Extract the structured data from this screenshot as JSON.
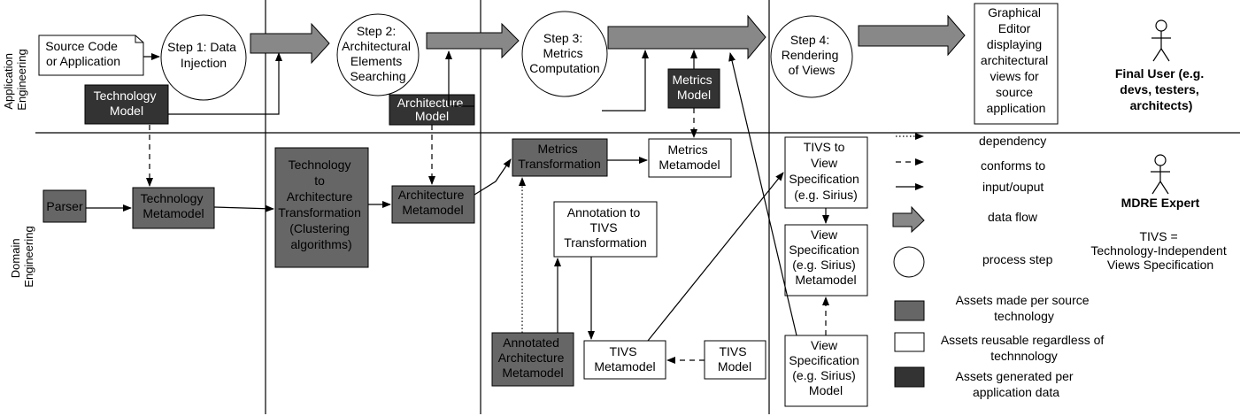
{
  "side_labels": {
    "top": [
      "Application",
      "Engineering"
    ],
    "bottom": [
      "Domain",
      "Engineering"
    ]
  },
  "colors": {
    "made_per_source": "#666666",
    "generated_per_app": "#333333",
    "reusable": "#ffffff",
    "data_flow": "#888888"
  },
  "app": {
    "source_code": [
      "Source Code",
      "or Application"
    ],
    "step1": [
      "Step 1: Data",
      "Injection"
    ],
    "step2": [
      "Step 2:",
      "Architectural",
      "Elements",
      "Searching"
    ],
    "step3": [
      "Step 3:",
      "Metrics",
      "Computation"
    ],
    "step4": [
      "Step 4:",
      "Rendering",
      "of Views"
    ],
    "technology_model": [
      "Technology",
      "Model"
    ],
    "architecture_model": [
      "Architecture",
      "Model"
    ],
    "metrics_model": [
      "Metrics",
      "Model"
    ],
    "graphical_editor": [
      "Graphical",
      "Editor",
      "displaying",
      "architectural",
      "views for",
      "source",
      "application"
    ],
    "final_user": [
      "Final User (e.g.",
      "devs, testers,",
      "architects)"
    ]
  },
  "domain": {
    "parser": "Parser",
    "technology_metamodel": [
      "Technology",
      "Metamodel"
    ],
    "tech_to_arch": [
      "Technology",
      "to",
      "Architecture",
      "Transformation",
      "(Clustering",
      "algorithms)"
    ],
    "architecture_metamodel": [
      "Architecture",
      "Metamodel"
    ],
    "metrics_transformation": [
      "Metrics",
      "Transformation"
    ],
    "metrics_metamodel": [
      "Metrics",
      "Metamodel"
    ],
    "annotation_to_tivs": [
      "Annotation to",
      "TIVS",
      "Transformation"
    ],
    "annotated_arch_metamodel": [
      "Annotated",
      "Architecture",
      "Metamodel"
    ],
    "tivs_metamodel": [
      "TIVS",
      "Metamodel"
    ],
    "tivs_model": [
      "TIVS",
      "Model"
    ],
    "tivs_to_view": [
      "TIVS to",
      "View",
      "Specification",
      "(e.g. Sirius)"
    ],
    "view_spec_metamodel": [
      "View",
      "Specification",
      "(e.g. Sirius)",
      "Metamodel"
    ],
    "view_spec_model": [
      "View",
      "Specification",
      "(e.g. Sirius)",
      "Model"
    ],
    "mdre_expert": "MDRE Expert",
    "tivs_def": [
      "TIVS =",
      "Technology-Independent",
      "Views Specification"
    ]
  },
  "legend": {
    "dependency": "dependency",
    "conforms_to": "conforms to",
    "input_output": "input/ouput",
    "data_flow": "data flow",
    "process_step": "process step",
    "made_per_source": [
      "Assets made per source",
      "technology"
    ],
    "reusable": [
      "Assets reusable regardless of",
      "technnology"
    ],
    "generated_per_app": [
      "Assets generated per",
      "application data"
    ]
  }
}
